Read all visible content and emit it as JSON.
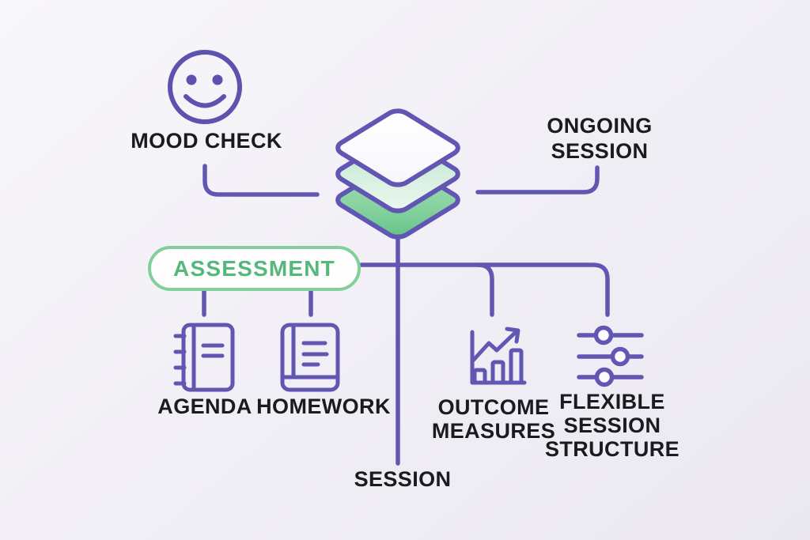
{
  "diagram": {
    "description": "Therapy session structure diagram with layered stack hub",
    "colors": {
      "connector_purple": "#6156b2",
      "icon_purple": "#6156b2",
      "assessment_text_green": "#54b87a",
      "assessment_border_green": "#83cf9c",
      "layer_top_fill": "#fdfdff",
      "layer_middle_fill": "#cfecda",
      "layer_bottom_fill": "#7ecc98",
      "label_text": "#1a1a1f",
      "background": "#f2f0f6"
    },
    "nodes": {
      "mood_check": {
        "label": "MOOD CHECK",
        "icon": "smiley-face"
      },
      "ongoing_session": {
        "lines": [
          "ONGOING",
          "SESSION"
        ]
      },
      "center_hub": {
        "icon": "layer-stack"
      },
      "assessment": {
        "label": "ASSESSMENT"
      },
      "agenda": {
        "label": "AGENDA",
        "icon": "spiral-notebook"
      },
      "homework": {
        "label": "HOMEWORK",
        "icon": "book"
      },
      "outcome_measures": {
        "lines": [
          "OUTCOME",
          "MEASURES"
        ],
        "icon": "bar-chart-trend"
      },
      "flexible_session_structure": {
        "lines": [
          "FLEXIBLE",
          "SESSION",
          "STRUCTURE"
        ],
        "icon": "sliders"
      },
      "session": {
        "label": "SESSION"
      }
    }
  }
}
